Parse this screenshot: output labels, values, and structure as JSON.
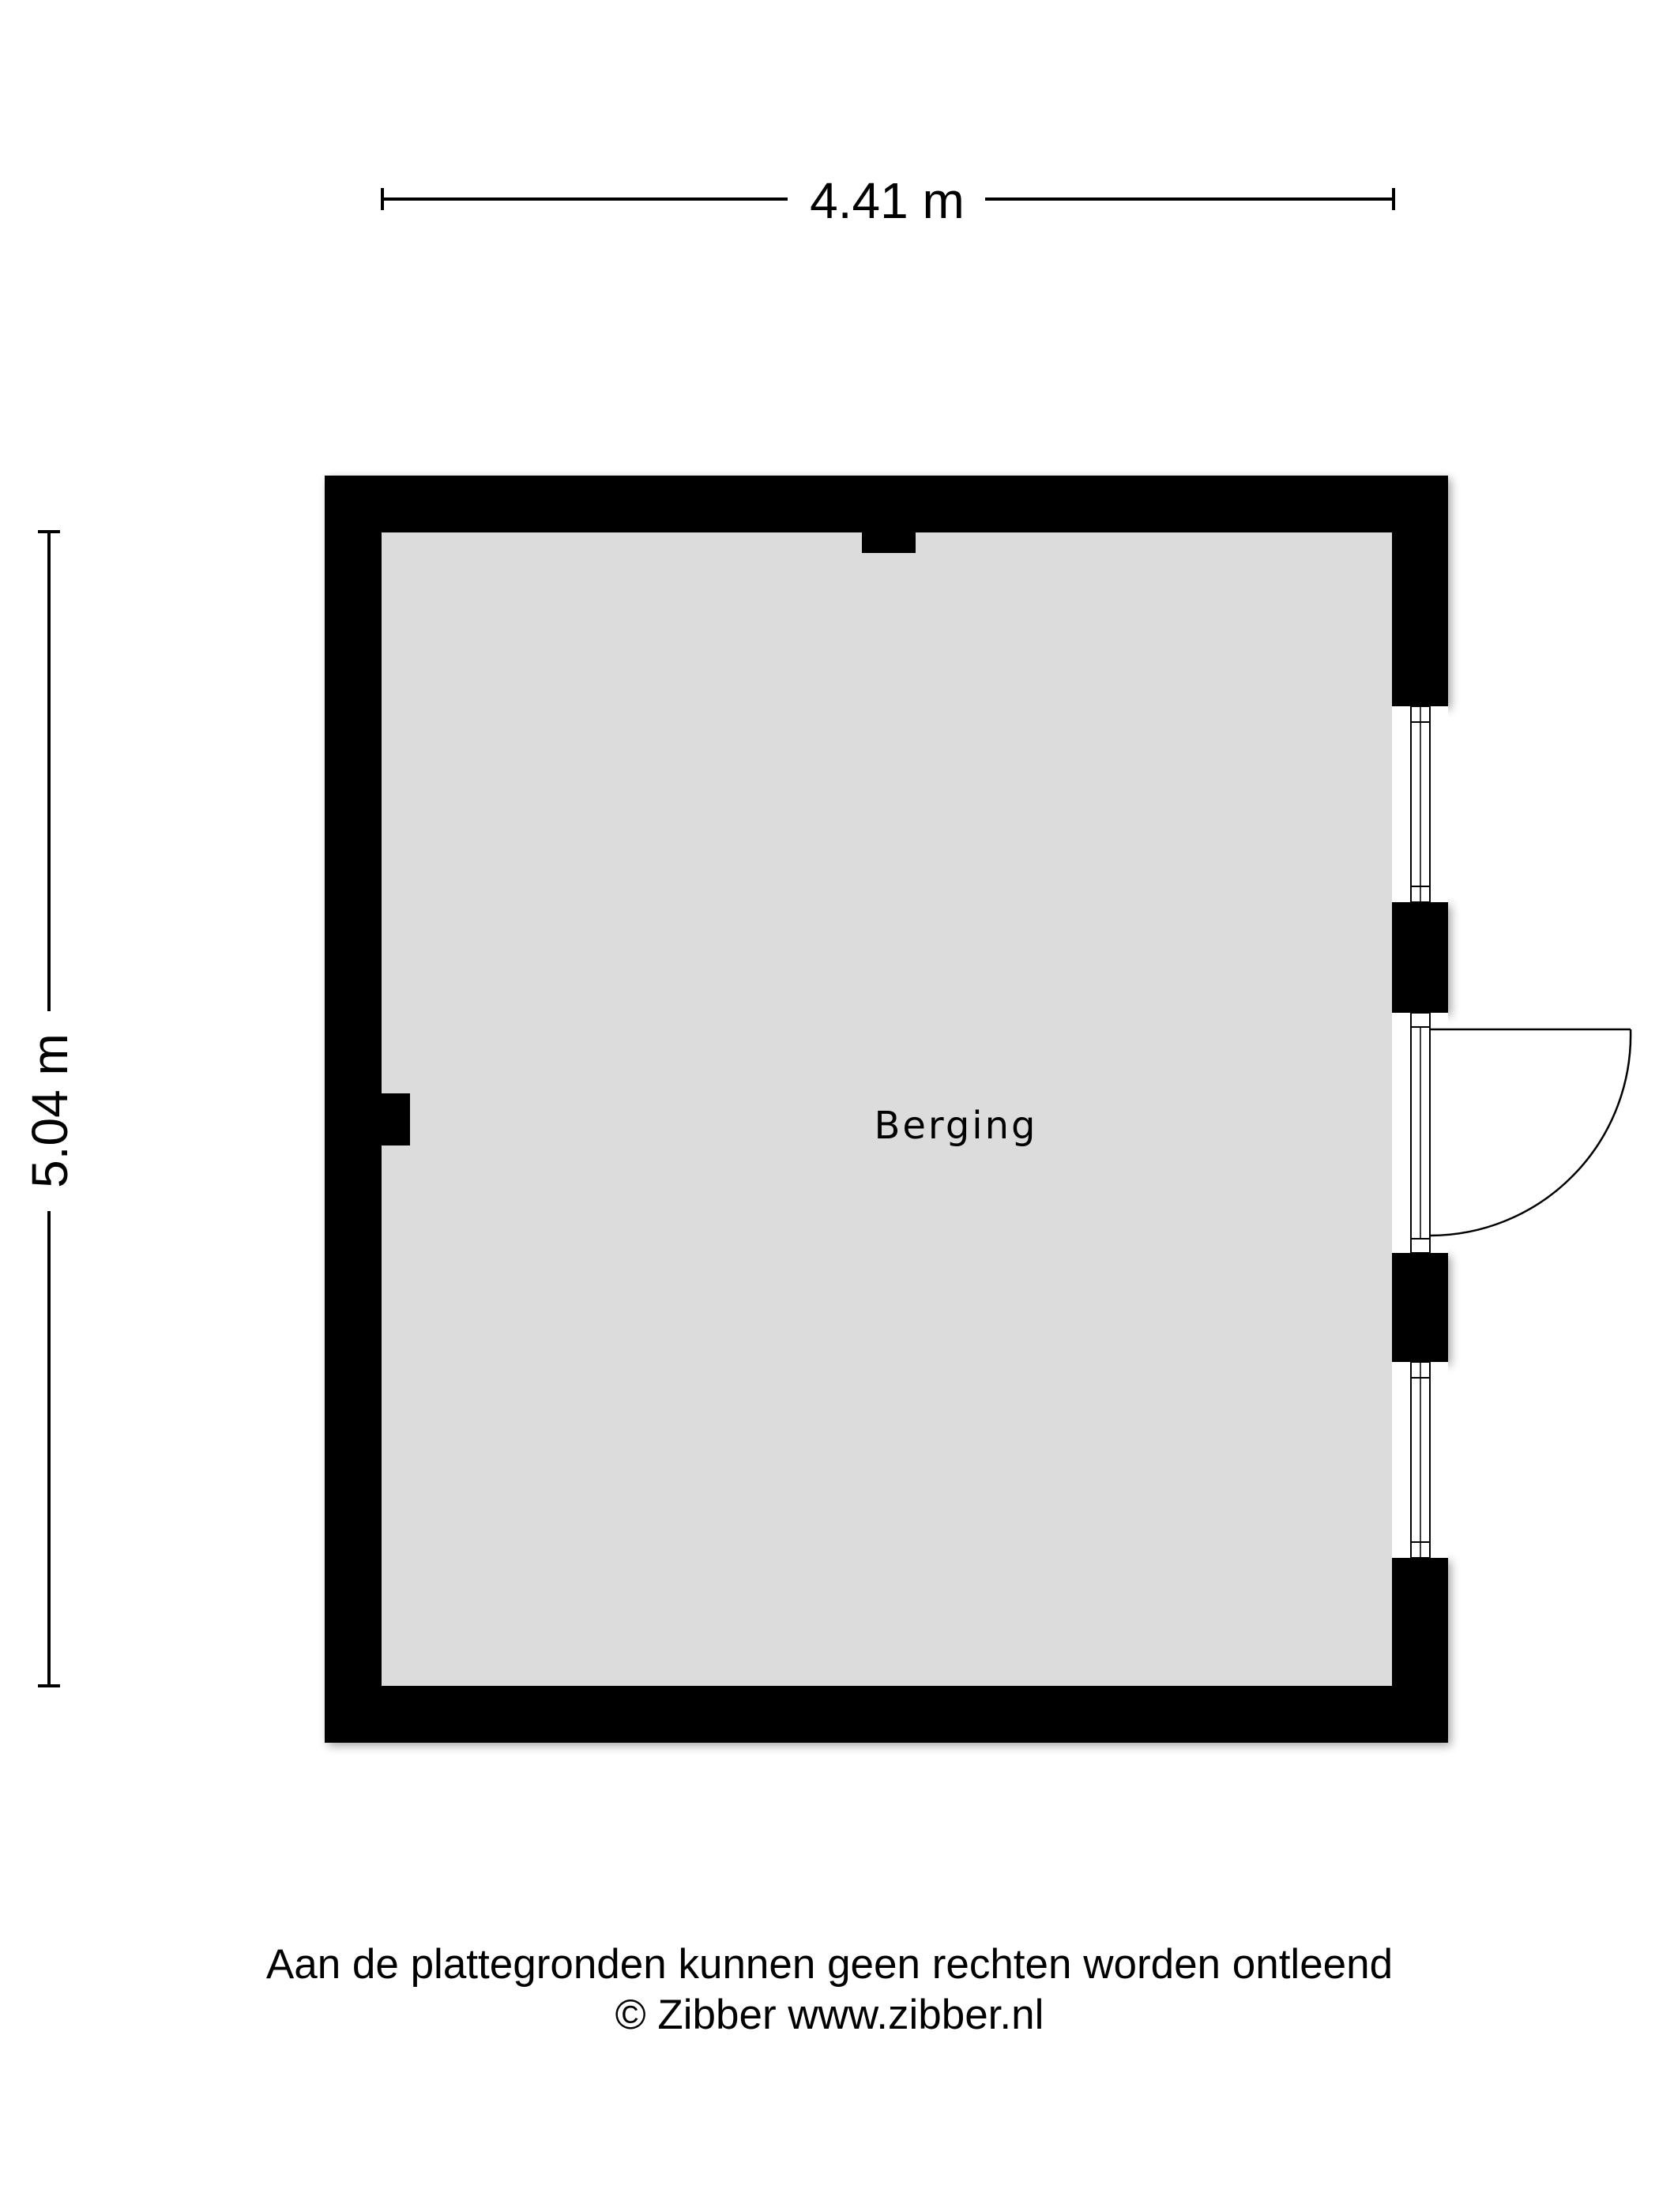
{
  "dimensions": {
    "width_label": "4.41 m",
    "height_label": "5.04 m"
  },
  "room": {
    "name": "Berging"
  },
  "footer": {
    "disclaimer": "Aan de plattegronden kunnen geen rechten worden ontleend",
    "copyright": "© Zibber www.zibber.nl"
  },
  "colors": {
    "wall": "#000000",
    "floor": "#dcdcdc",
    "background": "#ffffff"
  }
}
